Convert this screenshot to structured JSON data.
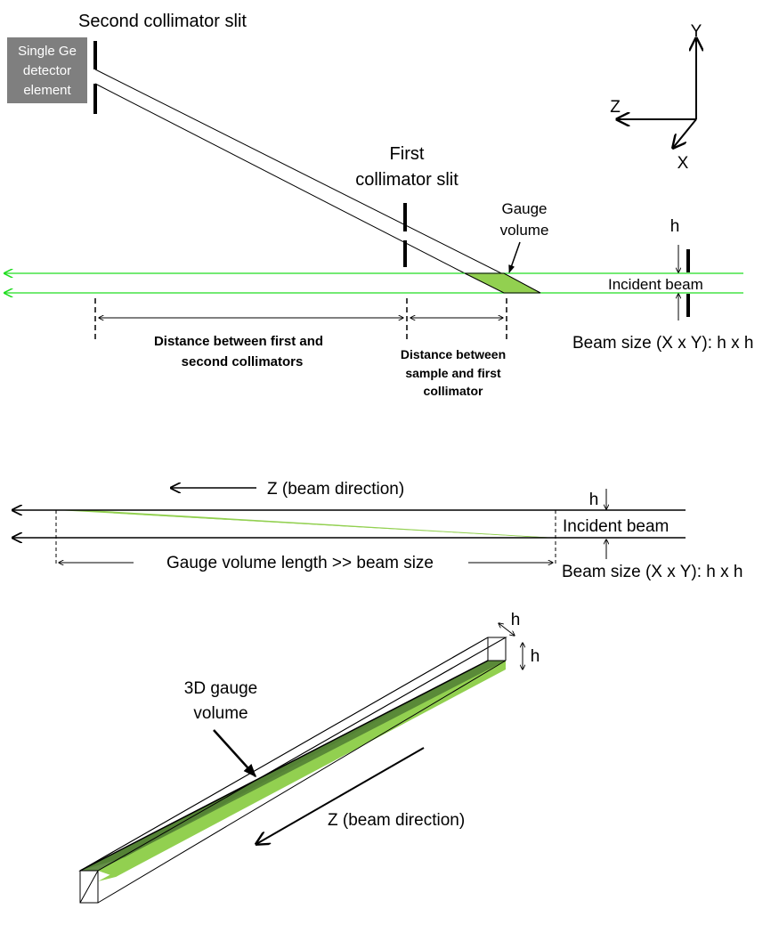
{
  "colors": {
    "beam": "#22dd22",
    "gauge_light": "#92d050",
    "gauge_dark": "#548235",
    "detector_box": "#7f7f7f",
    "line": "#000000"
  },
  "top_panel": {
    "second_slit_label": "Second collimator slit",
    "detector_label_lines": [
      "Single Ge",
      "detector",
      "element"
    ],
    "first_slit_label_lines": [
      "First",
      "collimator slit"
    ],
    "gauge_label_lines": [
      "Gauge",
      "volume"
    ],
    "axes": {
      "y": "Y",
      "z": "Z",
      "x": "X"
    },
    "h_label": "h",
    "incident_beam_label": "Incident beam",
    "beam_size_label": "Beam size (X x Y): h x h",
    "distance_collimators_lines": [
      "Distance between first and",
      "second collimators"
    ],
    "distance_sample_lines": [
      "Distance between",
      "sample and first",
      "collimator"
    ]
  },
  "middle_panel": {
    "z_direction_label": "Z (beam direction)",
    "h_label": "h",
    "incident_beam_label": "Incident beam",
    "gauge_length_label": "Gauge volume length >> beam size",
    "beam_size_label": "Beam size (X x Y): h x h"
  },
  "bottom_panel": {
    "gauge_3d_label_lines": [
      "3D gauge",
      "volume"
    ],
    "h_label_1": "h",
    "h_label_2": "h",
    "z_direction_label": "Z (beam direction)"
  }
}
